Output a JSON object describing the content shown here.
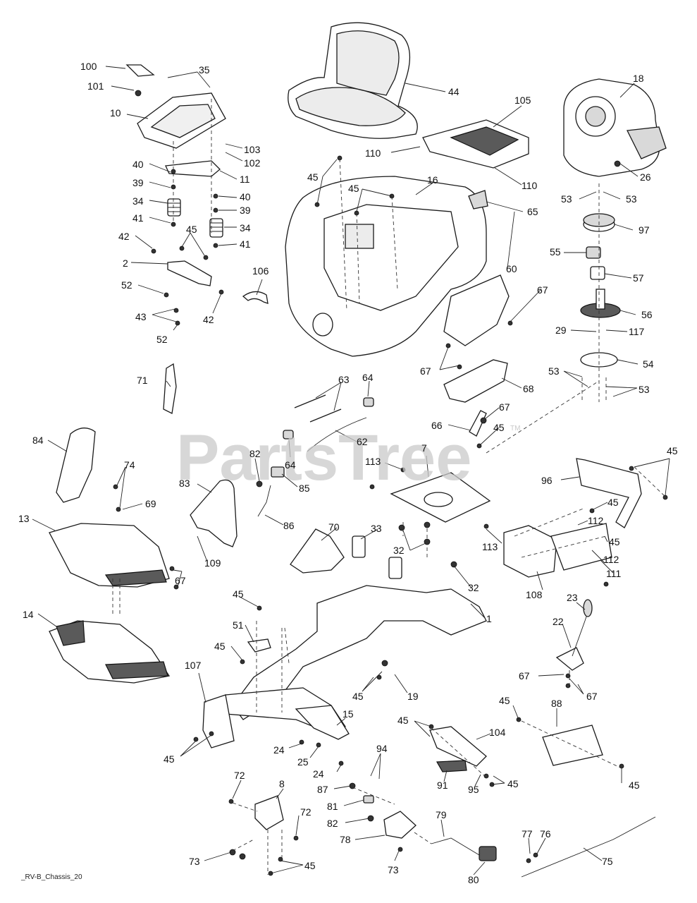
{
  "watermark": {
    "text": "PartsTree",
    "mark": "TM"
  },
  "footer": "_RV-B_Chassis_20",
  "labels": {
    "p100": "100",
    "p35": "35",
    "p101": "101",
    "p10": "10",
    "p103": "103",
    "p102": "102",
    "p40a": "40",
    "p39a": "39",
    "p34a": "34",
    "p41a": "41",
    "p11": "11",
    "p40b": "40",
    "p39b": "39",
    "p34b": "34",
    "p41b": "41",
    "p42a": "42",
    "p45a": "45",
    "p2": "2",
    "p52a": "52",
    "p43": "43",
    "p52b": "52",
    "p42b": "42",
    "p106": "106",
    "p44": "44",
    "p105": "105",
    "p110a": "110",
    "p110b": "110",
    "p45b": "45",
    "p45c": "45",
    "p16": "16",
    "p65": "65",
    "p18": "18",
    "p26": "26",
    "p53a": "53",
    "p53b": "53",
    "p97": "97",
    "p55": "55",
    "p57": "57",
    "p56": "56",
    "p29": "29",
    "p117": "117",
    "p54": "54",
    "p53c": "53",
    "p53d": "53",
    "p60": "60",
    "p67a": "67",
    "p67b": "67",
    "p68": "68",
    "p71": "71",
    "p63": "63",
    "p64a": "64",
    "p62": "62",
    "p64b": "64",
    "p66": "66",
    "p67c": "67",
    "p45d": "45",
    "p84": "84",
    "p74": "74",
    "p69": "69",
    "p13": "13",
    "p67d": "67",
    "p83": "83",
    "p109": "109",
    "p82a": "82",
    "p85": "85",
    "p86": "86",
    "p113a": "113",
    "p7": "7",
    "p32a": "32",
    "p113b": "113",
    "p32b": "32",
    "p96": "96",
    "p45e": "45",
    "p45f": "45",
    "p112a": "112",
    "p112b": "112",
    "p45g": "45",
    "p111": "111",
    "p108": "108",
    "p70": "70",
    "p33": "33",
    "p1": "1",
    "p14": "14",
    "p45h": "45",
    "p51": "51",
    "p45i": "45",
    "p23": "23",
    "p22": "22",
    "p67e": "67",
    "p67f": "67",
    "p107": "107",
    "p45j": "45",
    "p19": "19",
    "p15": "15",
    "p24a": "24",
    "p25": "25",
    "p24b": "24",
    "p45k": "45",
    "p45l": "45",
    "p88": "88",
    "p45m": "45",
    "p104": "104",
    "p94": "94",
    "p91": "91",
    "p95": "95",
    "p45n": "45",
    "p45o": "45",
    "p72a": "72",
    "p8": "8",
    "p72b": "72",
    "p87": "87",
    "p81": "81",
    "p82b": "82",
    "p78": "78",
    "p79": "79",
    "p73a": "73",
    "p73b": "73",
    "p45p": "45",
    "p80": "80",
    "p77": "77",
    "p76": "76",
    "p75": "75"
  }
}
